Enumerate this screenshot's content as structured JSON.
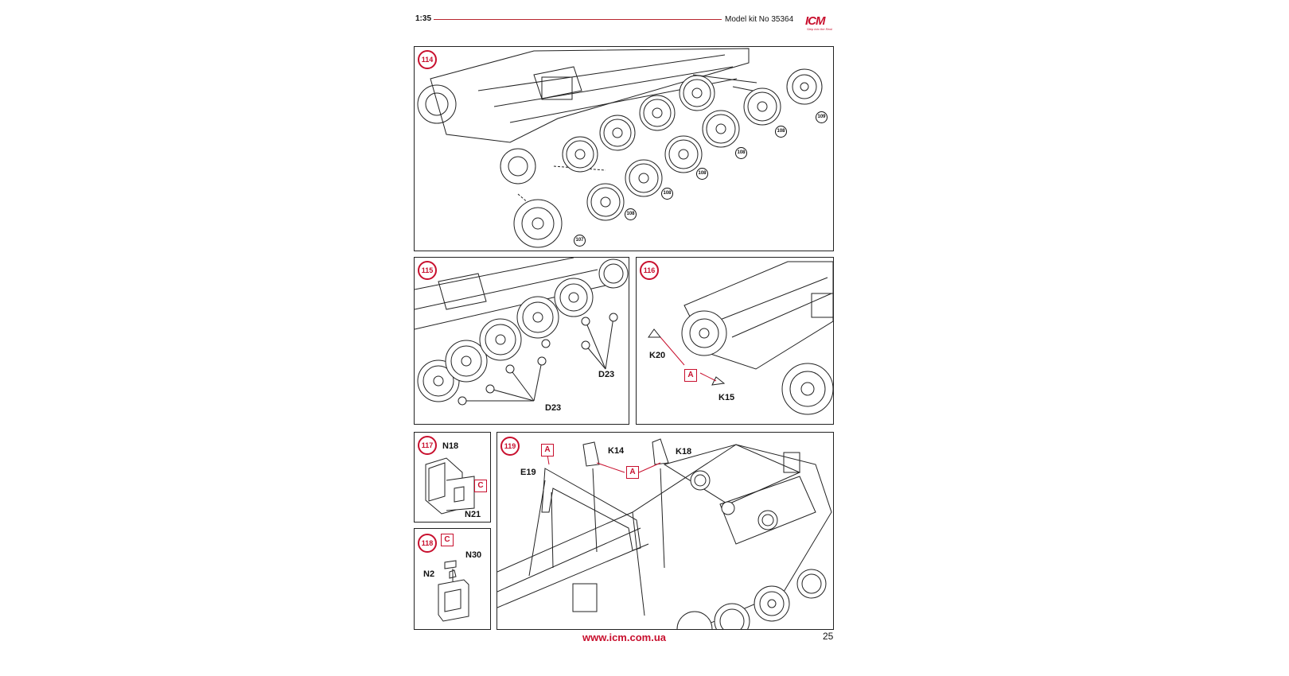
{
  "header": {
    "scale": "1:35",
    "model_kit": "Model kit No 35364",
    "logo_text": "ICM",
    "logo_tagline": "Step into the Real"
  },
  "footer": {
    "website": "www.icm.com.ua",
    "page_number": "25"
  },
  "colors": {
    "accent_red": "#c8102e",
    "line": "#222222"
  },
  "steps": {
    "s114": {
      "number": "114",
      "parts": [
        "107",
        "108",
        "108",
        "108",
        "108",
        "108",
        "108",
        "109"
      ]
    },
    "s115": {
      "number": "115",
      "parts": [
        "D23",
        "D23"
      ]
    },
    "s116": {
      "number": "116",
      "parts": [
        "K20",
        "K15"
      ],
      "sprue": "A"
    },
    "s117": {
      "number": "117",
      "parts": [
        "N18",
        "N21"
      ],
      "sprue": "C"
    },
    "s118": {
      "number": "118",
      "parts": [
        "N30",
        "N2"
      ],
      "sprue": "C"
    },
    "s119": {
      "number": "119",
      "parts": [
        "E19",
        "K14",
        "K18"
      ],
      "sprue_a1": "A",
      "sprue_a2": "A"
    }
  }
}
